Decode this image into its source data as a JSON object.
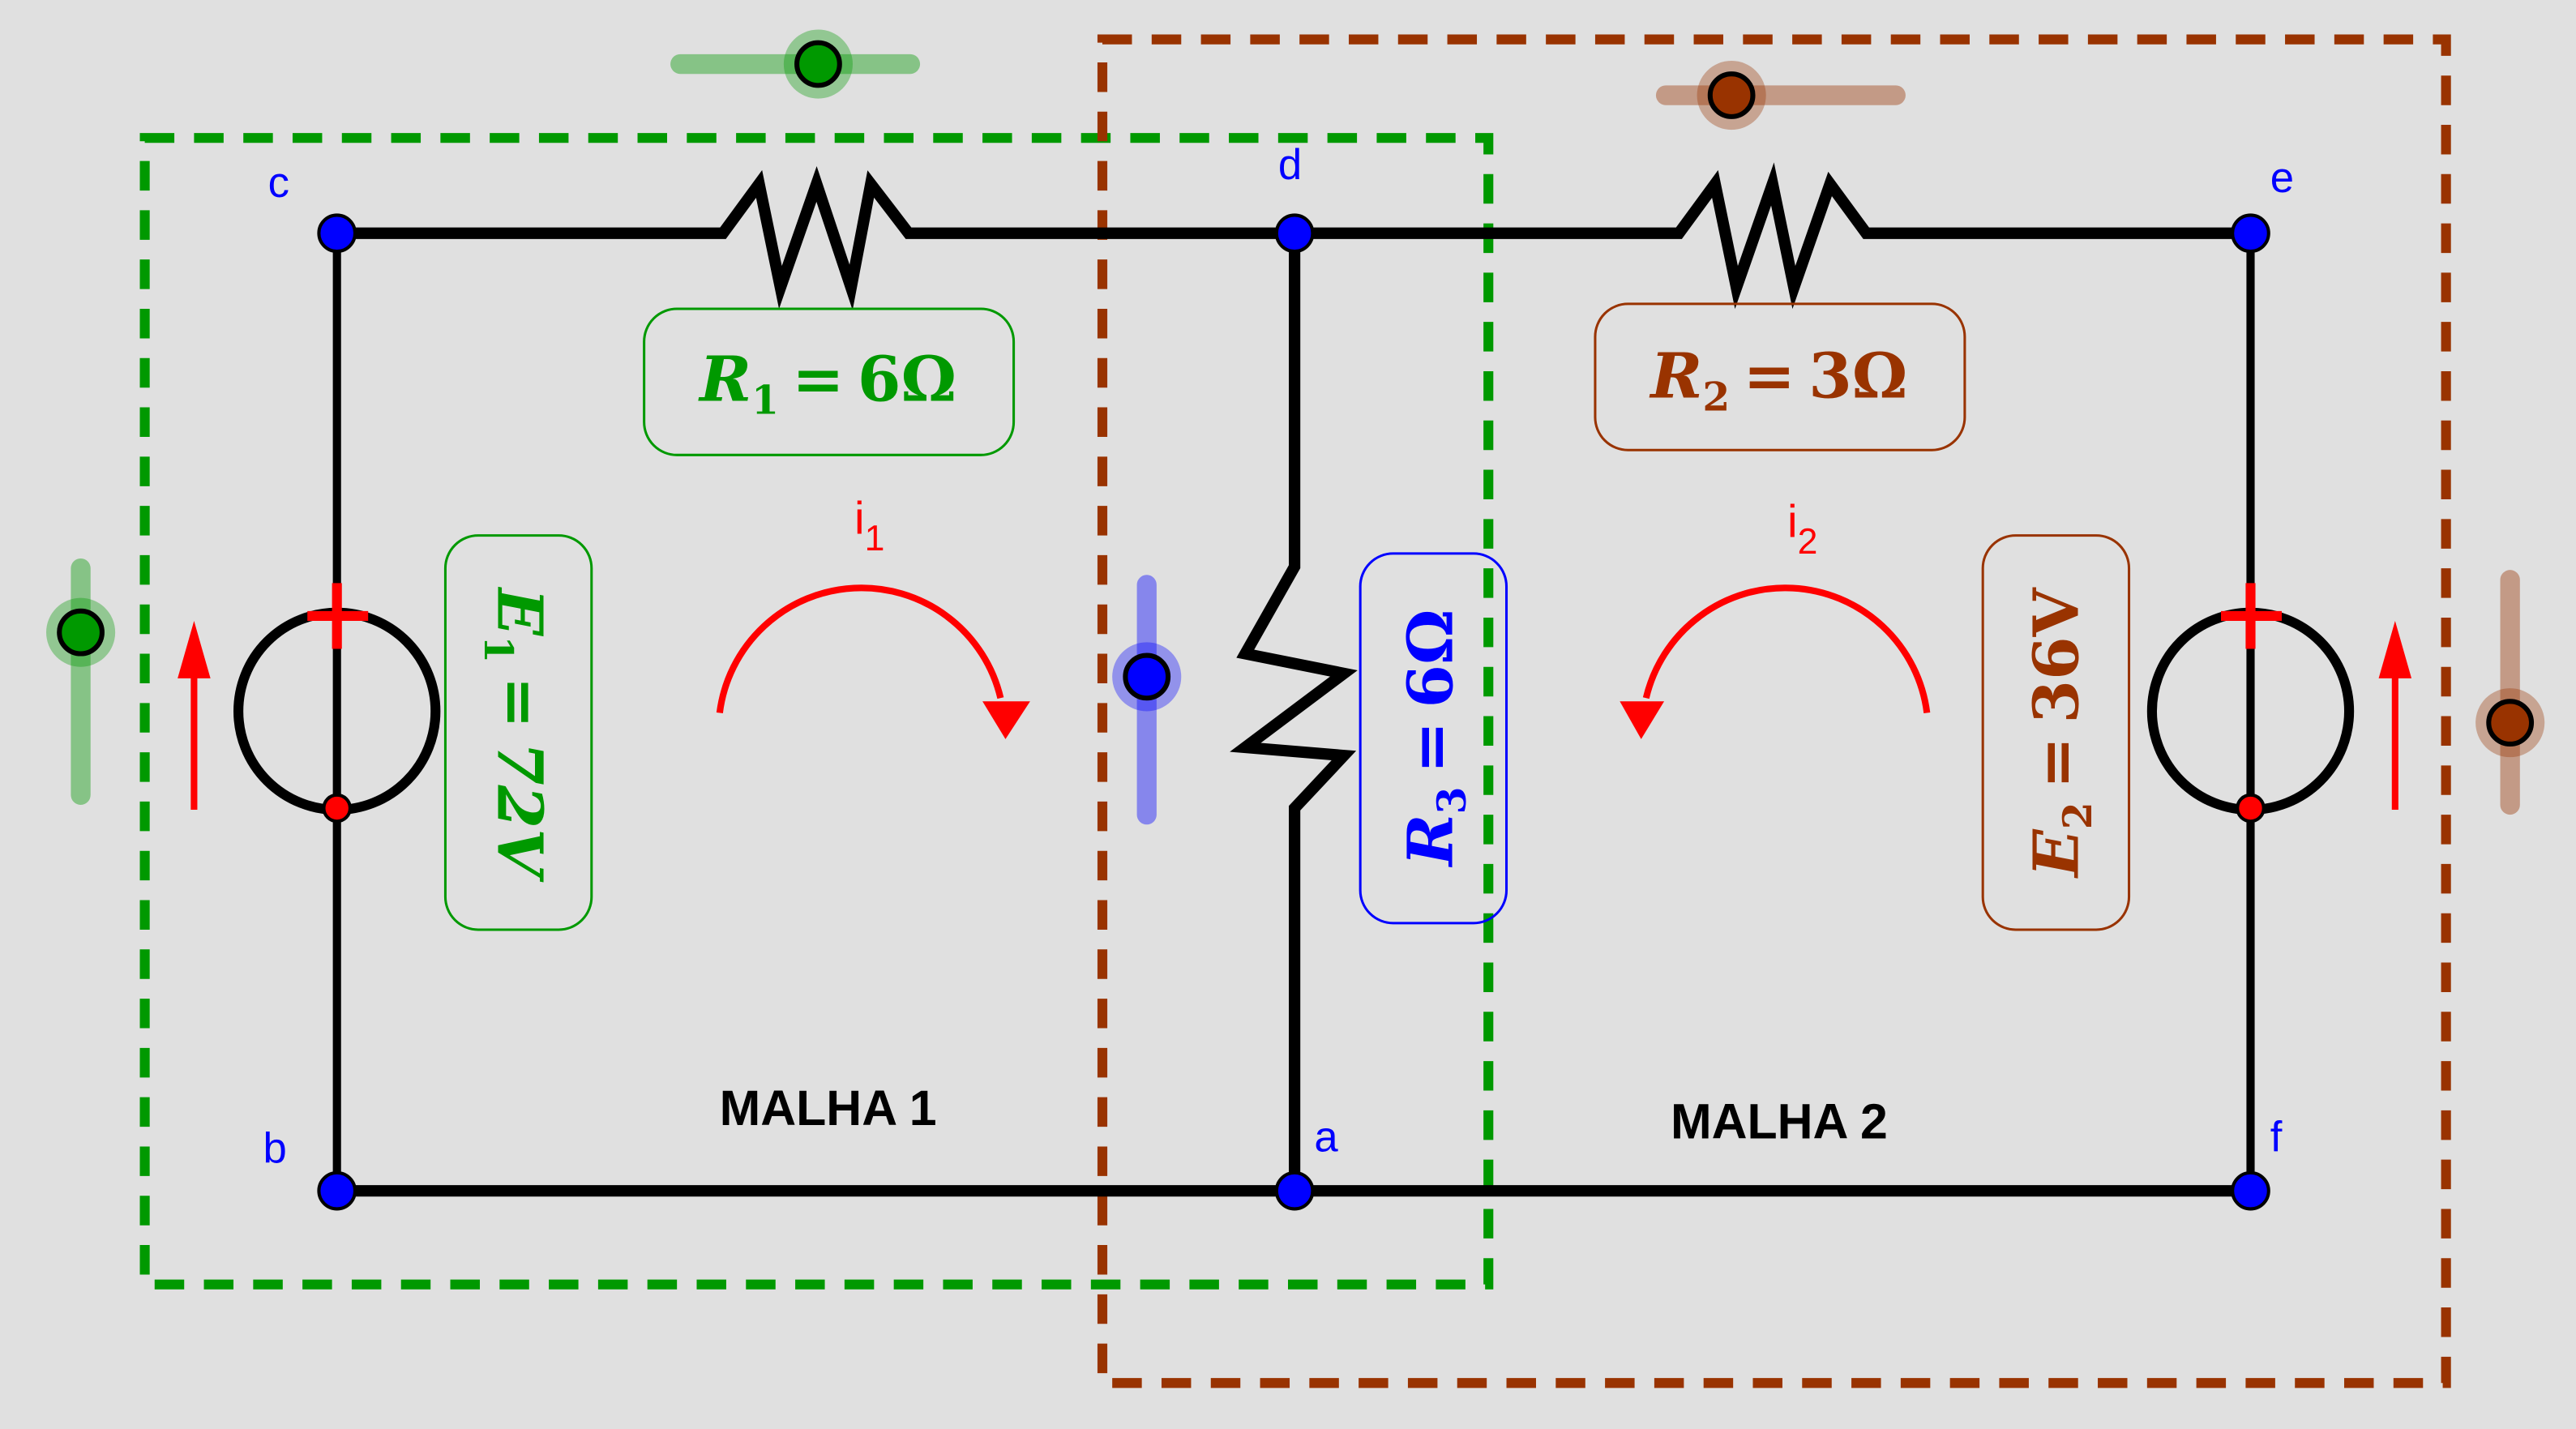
{
  "colors": {
    "background": "#e0e0e0",
    "mesh1": "#009900",
    "mesh2": "#993300",
    "r3": "#0000ff",
    "current": "#ff0000",
    "wire": "#000000",
    "node": "#0000ff"
  },
  "nodes": {
    "a": "a",
    "b": "b",
    "c": "c",
    "d": "d",
    "e": "e",
    "f": "f"
  },
  "components": {
    "r1": {
      "symbol": "R",
      "sub": "1",
      "value": "6Ω",
      "label": "R1 = 6Ω"
    },
    "r2": {
      "symbol": "R",
      "sub": "2",
      "value": "3Ω",
      "label": "R2 = 3Ω"
    },
    "r3": {
      "symbol": "R",
      "sub": "3",
      "value": "6Ω",
      "label": "R3 = 6Ω"
    },
    "e1": {
      "symbol": "E",
      "sub": "1",
      "value": "72V",
      "label": "E1 = 72V"
    },
    "e2": {
      "symbol": "E",
      "sub": "2",
      "value": "36V",
      "label": "E2 = 36V"
    }
  },
  "currents": {
    "i1": {
      "symbol": "i",
      "sub": "1",
      "direction": "clockwise"
    },
    "i2": {
      "symbol": "i",
      "sub": "2",
      "direction": "counterclockwise"
    }
  },
  "meshes": {
    "mesh1": "MALHA 1",
    "mesh2": "MALHA 2"
  },
  "equals": "=",
  "sliders": {
    "mesh1_top": {
      "orientation": "horizontal",
      "value": 0.6
    },
    "mesh1_left": {
      "orientation": "vertical",
      "value": 0.3
    },
    "mesh2_top": {
      "orientation": "horizontal",
      "value": 0.3
    },
    "mesh2_right": {
      "orientation": "vertical",
      "value": 0.6
    },
    "r3_slider": {
      "orientation": "vertical",
      "value": 0.4
    }
  }
}
